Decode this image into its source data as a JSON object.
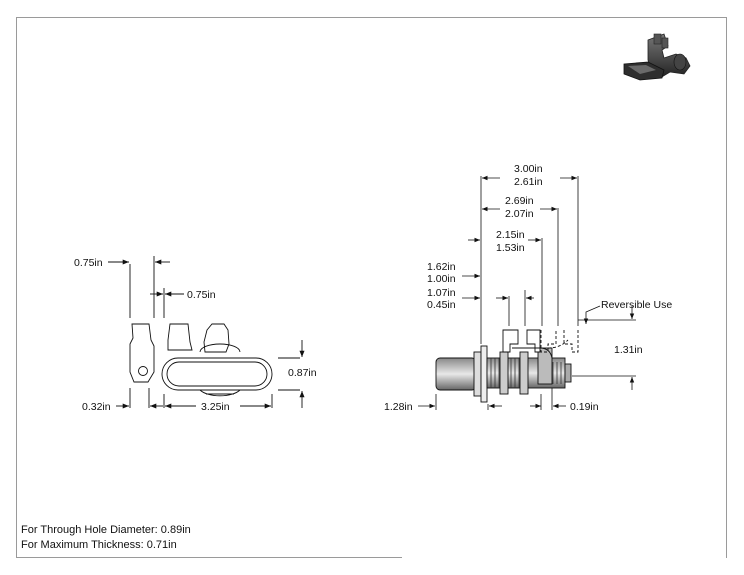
{
  "notes": {
    "through_hole": "For Through Hole Diameter: 0.89in",
    "max_thickness": "For Maximum Thickness: 0.71in"
  },
  "front_view": {
    "dim_top_left": "0.75in",
    "dim_top_right": "0.75in",
    "dim_bottom_left": "0.32in",
    "dim_bottom_width": "3.25in",
    "dim_height": "0.87in"
  },
  "side_view": {
    "dim_300": "3.00in",
    "dim_261": "2.61in",
    "dim_269": "2.69in",
    "dim_207": "2.07in",
    "dim_215": "2.15in",
    "dim_153": "1.53in",
    "dim_162": "1.62in",
    "dim_100": "1.00in",
    "dim_107": "1.07in",
    "dim_045": "0.45in",
    "reversible_label": "Reversible Use",
    "dim_131": "1.31in",
    "dim_128": "1.28in",
    "dim_019": "0.19in"
  },
  "colors": {
    "line": "#111111",
    "frame": "#9a9a9a",
    "iso_dark": "#3a3a3a"
  }
}
